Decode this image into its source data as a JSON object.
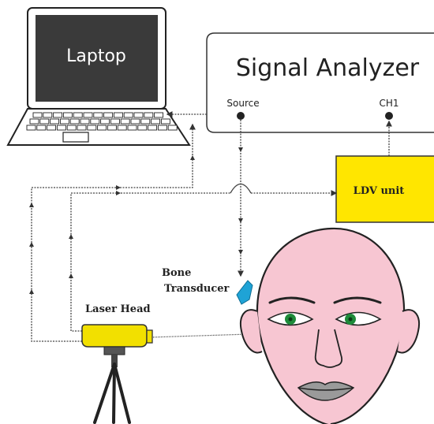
{
  "laptop": {
    "label": "Laptop"
  },
  "analyzer": {
    "title": "Signal Analyzer",
    "ports": [
      {
        "name": "source",
        "label": "Source"
      },
      {
        "name": "ch1",
        "label": "CH1"
      }
    ]
  },
  "ldv_unit": {
    "label": "LDV unit",
    "fill": "#FFE600"
  },
  "laser_head": {
    "label": "Laser Head",
    "fill": "#F2E000"
  },
  "bone_transducer": {
    "label_line1": "Bone",
    "label_line2": "Transducer",
    "fill": "#1FA3D6"
  },
  "face": {
    "fill": "#F7C6D2",
    "eye_color": "#1E8B3A"
  },
  "line_color": "#444444"
}
